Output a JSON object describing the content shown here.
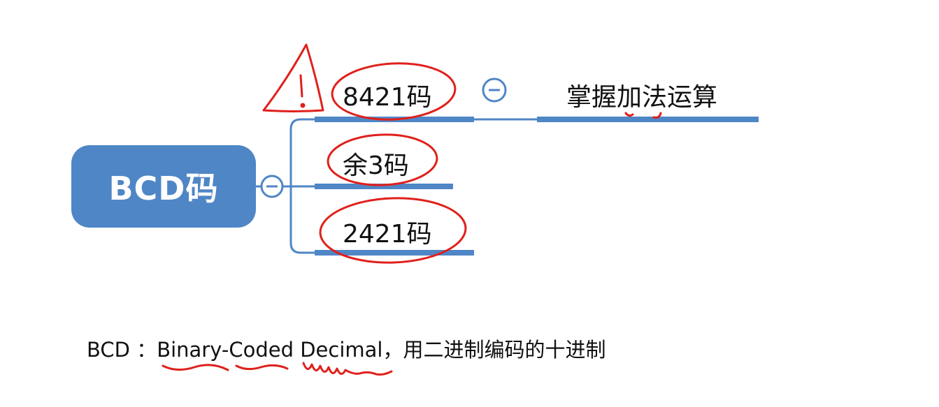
{
  "mindmap": {
    "root": {
      "label": "BCD码"
    },
    "branches": [
      {
        "label": "8421码",
        "child": {
          "label": "掌握加法运算"
        }
      },
      {
        "label": "余3码"
      },
      {
        "label": "2421码"
      }
    ]
  },
  "footnote": {
    "term": "BCD",
    "separator": "：",
    "expansion": "Binary-Coded Decimal",
    "comma": "，",
    "description": "用二进制编码的十进制"
  },
  "colors": {
    "node": "#4f86c6",
    "connector": "#4f86c6",
    "annotation": "#e0201b"
  },
  "icons": [
    "collapse-icon",
    "warning-icon"
  ]
}
